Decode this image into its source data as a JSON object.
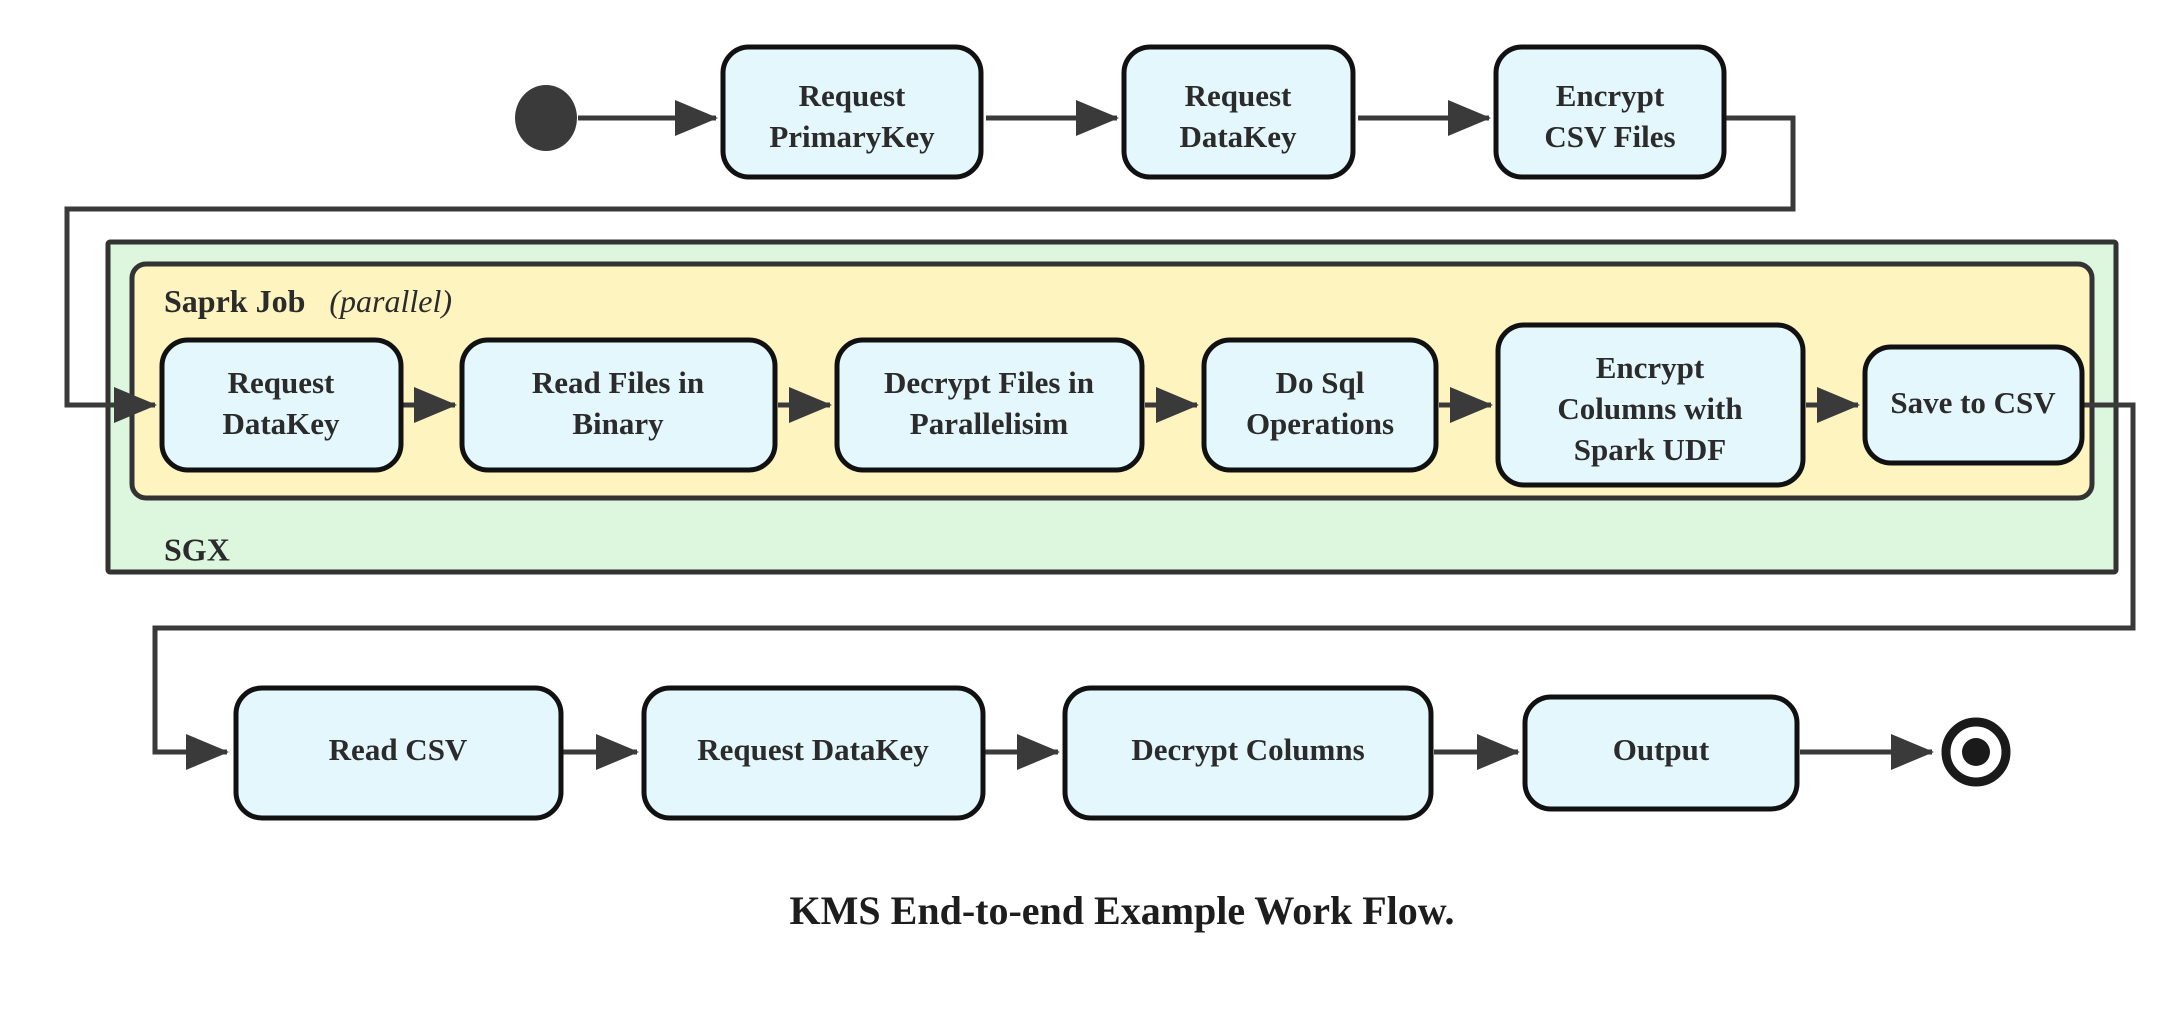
{
  "diagram": {
    "caption": "KMS End-to-end Example Work Flow.",
    "colors": {
      "node_fill": "#e4f7fc",
      "node_stroke": "#111111",
      "sgx_fill": "#ddf6de",
      "spark_fill": "#fdf4c0",
      "edge": "#3a3a3a",
      "text": "#2b2b2b",
      "background": "#ffffff"
    },
    "groups": [
      {
        "id": "sgx",
        "label": "SGX",
        "label_position": "bottom-left"
      },
      {
        "id": "spark-job",
        "label": "Saprk Job",
        "label_suffix": "(parallel)",
        "label_position": "top-left"
      }
    ],
    "markers": {
      "start_node": "filled-circle-start",
      "end_node": "bullseye-end"
    },
    "rows": [
      {
        "id": "row-top",
        "nodes": [
          {
            "id": "request-primarykey",
            "lines": [
              "Request",
              "PrimaryKey"
            ]
          },
          {
            "id": "request-datakey-top",
            "lines": [
              "Request",
              "DataKey"
            ]
          },
          {
            "id": "encrypt-csv-files",
            "lines": [
              "Encrypt",
              "CSV Files"
            ]
          }
        ]
      },
      {
        "id": "row-spark",
        "nodes": [
          {
            "id": "request-datakey-spark",
            "lines": [
              "Request",
              "DataKey"
            ]
          },
          {
            "id": "read-files-in-binary",
            "lines": [
              "Read Files in",
              "Binary"
            ]
          },
          {
            "id": "decrypt-files-in-parallelisim",
            "lines": [
              "Decrypt Files in",
              "Parallelisim"
            ]
          },
          {
            "id": "do-sql-operations",
            "lines": [
              "Do Sql",
              "Operations"
            ]
          },
          {
            "id": "encrypt-columns-with-spark-udf",
            "lines": [
              "Encrypt",
              "Columns with",
              "Spark UDF"
            ]
          },
          {
            "id": "save-to-csv",
            "lines": [
              "Save to CSV"
            ]
          }
        ]
      },
      {
        "id": "row-bottom",
        "nodes": [
          {
            "id": "read-csv",
            "lines": [
              "Read CSV"
            ]
          },
          {
            "id": "request-datakey-bottom",
            "lines": [
              "Request DataKey"
            ]
          },
          {
            "id": "decrypt-columns",
            "lines": [
              "Decrypt Columns"
            ]
          },
          {
            "id": "output",
            "lines": [
              "Output"
            ]
          }
        ]
      }
    ],
    "edges": [
      {
        "id": "start-to-request-primarykey",
        "type": "straight"
      },
      {
        "id": "request-primarykey-to-request-datakey",
        "type": "straight"
      },
      {
        "id": "request-datakey-to-encrypt-csv-files",
        "type": "straight"
      },
      {
        "id": "encrypt-csv-files-to-spark-request-datakey",
        "type": "orthogonal-loop-left"
      },
      {
        "id": "spark-request-datakey-to-read-files",
        "type": "straight"
      },
      {
        "id": "read-files-to-decrypt-files",
        "type": "straight"
      },
      {
        "id": "decrypt-files-to-do-sql",
        "type": "straight"
      },
      {
        "id": "do-sql-to-encrypt-columns",
        "type": "straight"
      },
      {
        "id": "encrypt-columns-to-save-csv",
        "type": "straight"
      },
      {
        "id": "save-csv-to-read-csv",
        "type": "orthogonal-loop-right"
      },
      {
        "id": "read-csv-to-request-datakey",
        "type": "straight"
      },
      {
        "id": "request-datakey-to-decrypt-columns",
        "type": "straight"
      },
      {
        "id": "decrypt-columns-to-output",
        "type": "straight"
      },
      {
        "id": "output-to-end",
        "type": "straight"
      }
    ]
  }
}
